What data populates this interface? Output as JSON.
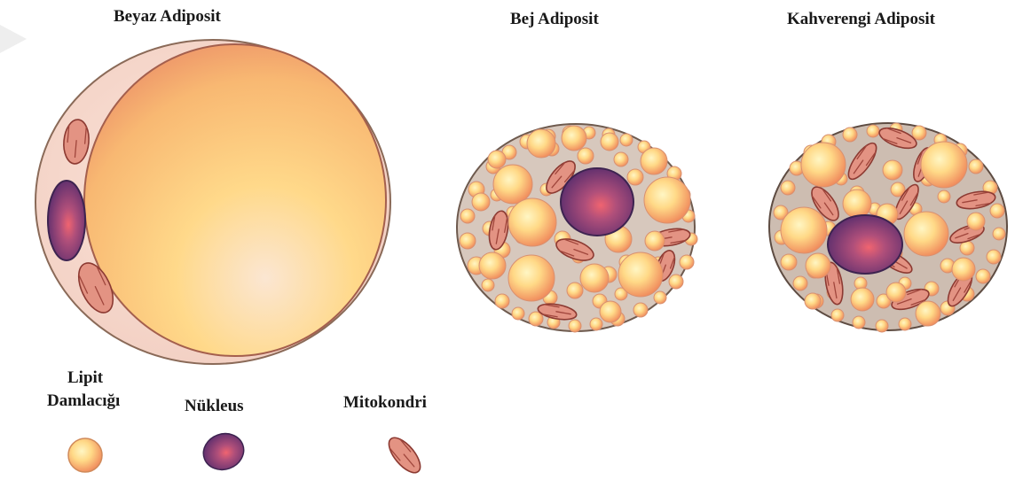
{
  "cells": [
    {
      "title": "Beyaz Adiposit"
    },
    {
      "title": "Bej Adiposit"
    },
    {
      "title": "Kahverengi Adiposit"
    }
  ],
  "legend": {
    "lipid": [
      "Lipit",
      "Damlacığı"
    ],
    "nucleus": "Nükleus",
    "mitochondria": "Mitokondri"
  },
  "colors": {
    "cytoplasm_white": "#f6d9cf",
    "cytoplasm_beige": "#d7c8bd",
    "cytoplasm_brown": "#cdbdb1",
    "lipid_light": "#fff3b5",
    "lipid_dark": "#f4a064",
    "nucleus_light": "#e85a6a",
    "nucleus_dark": "#5a2d6d",
    "mito_fill": "#e28d7d",
    "mito_stroke": "#8c3a32"
  }
}
